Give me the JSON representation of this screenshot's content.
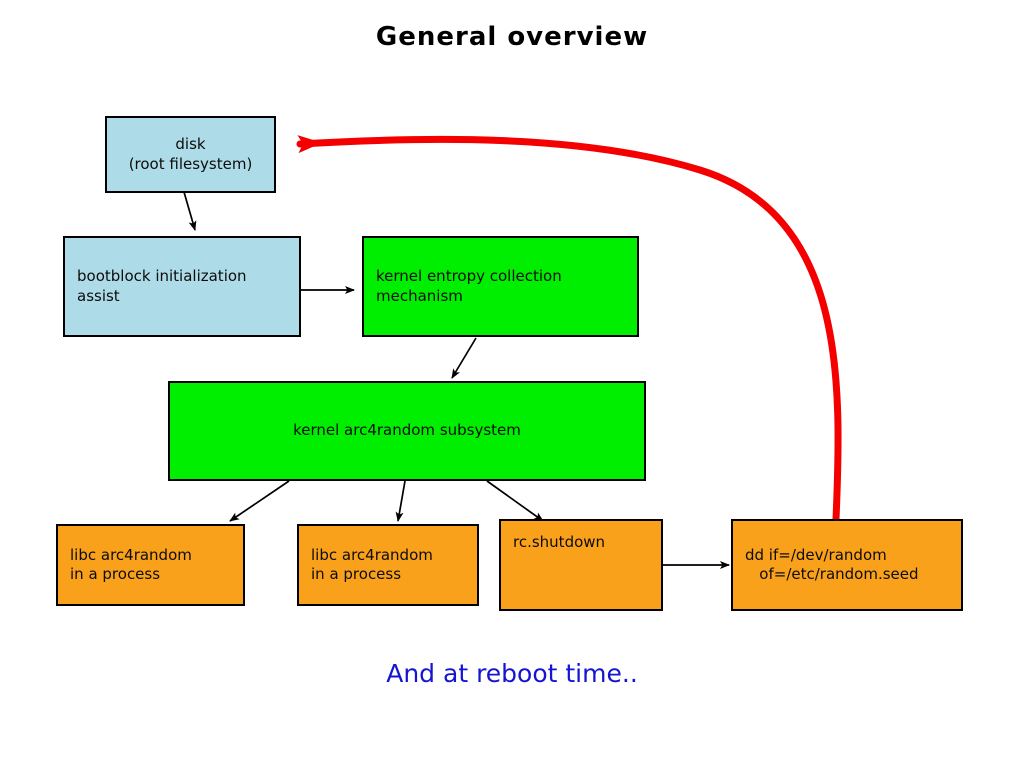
{
  "page": {
    "title": "General overview",
    "footnote": "And at reboot time..",
    "background": "#ffffff",
    "title_color": "#000000",
    "footnote_color": "#1414d2"
  },
  "palette": {
    "blue": "#addbe8",
    "green": "#00ee00",
    "orange": "#f9a11b",
    "stroke": "#000000",
    "highlight_arrow": "#f50000"
  },
  "nodes": [
    {
      "id": "disk",
      "label_line1": "disk",
      "label_line2": "(root filesystem)",
      "color": "blue",
      "align": "center-both"
    },
    {
      "id": "bootblock",
      "label_line1": "bootblock initialization",
      "label_line2": "assist",
      "color": "blue",
      "align": "left-middle"
    },
    {
      "id": "kernel-entropy",
      "label_line1": "kernel entropy collection",
      "label_line2": "mechanism",
      "color": "green",
      "align": "left-middle"
    },
    {
      "id": "kernel-arc4random",
      "label_line1": "kernel arc4random subsystem",
      "label_line2": "",
      "color": "green",
      "align": "center-both"
    },
    {
      "id": "libc-arc4random-1",
      "label_line1": "libc arc4random",
      "label_line2": "in a process",
      "color": "orange",
      "align": "left-middle"
    },
    {
      "id": "libc-arc4random-2",
      "label_line1": "libc arc4random",
      "label_line2": "in a process",
      "color": "orange",
      "align": "left-middle"
    },
    {
      "id": "rc-shutdown",
      "label_line1": "rc.shutdown",
      "label_line2": "",
      "color": "orange",
      "align": "left-top"
    },
    {
      "id": "dd-seed",
      "label_line1": "dd if=/dev/random",
      "label_line2": "   of=/etc/random.seed",
      "color": "orange",
      "align": "left-middle"
    }
  ],
  "edges": [
    {
      "from": "disk",
      "to": "bootblock",
      "style": "black-arrow"
    },
    {
      "from": "bootblock",
      "to": "kernel-entropy",
      "style": "black-arrow"
    },
    {
      "from": "kernel-entropy",
      "to": "kernel-arc4random",
      "style": "black-arrow"
    },
    {
      "from": "kernel-arc4random",
      "to": "libc-arc4random-1",
      "style": "black-arrow"
    },
    {
      "from": "kernel-arc4random",
      "to": "libc-arc4random-2",
      "style": "black-arrow"
    },
    {
      "from": "kernel-arc4random",
      "to": "rc-shutdown",
      "style": "black-arrow"
    },
    {
      "from": "rc-shutdown",
      "to": "dd-seed",
      "style": "black-arrow"
    },
    {
      "from": "dd-seed",
      "to": "disk",
      "style": "red-thick-curve"
    }
  ]
}
